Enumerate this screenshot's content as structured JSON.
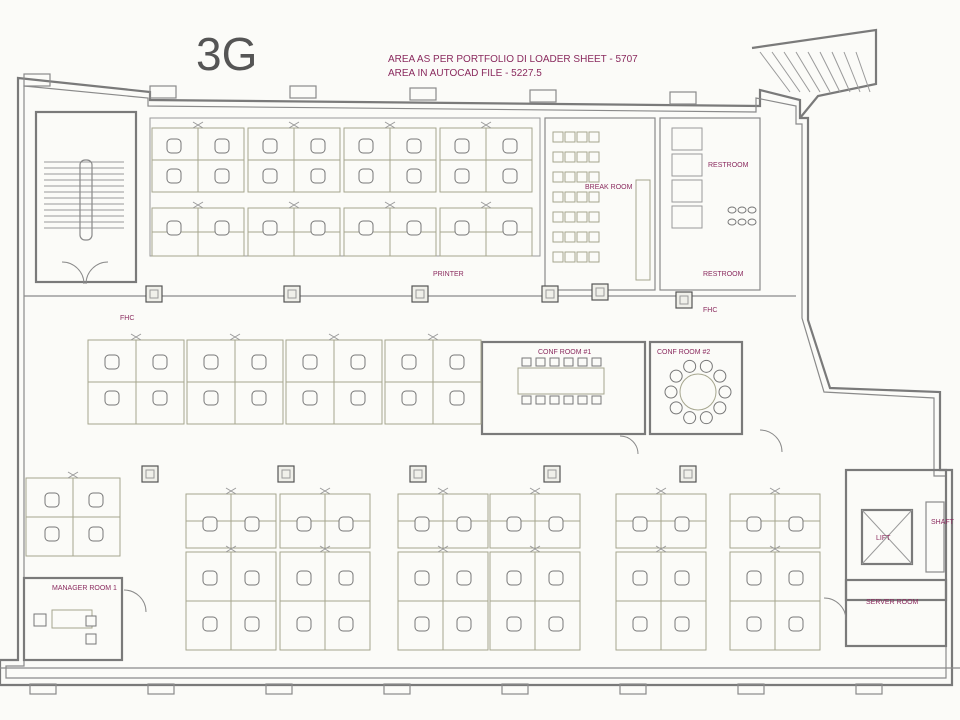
{
  "page": {
    "floor_code": "3G",
    "notes": [
      "AREA AS PER PORTFOLIO DI LOADER SHEET - 5707",
      "AREA IN AUTOCAD FILE - 5227.5"
    ]
  },
  "rooms": {
    "printer": "PRINTER",
    "break_room": "BREAK ROOM",
    "restroom_top": "RESTROOM",
    "restroom_bottom": "RESTROOM",
    "fhc_left": "FHC",
    "fhc_right": "FHC",
    "conf_room_1": "CONF ROOM #1",
    "conf_room_2": "CONF ROOM #2",
    "manager_room": "MANAGER ROOM 1",
    "server_room": "SERVER ROOM",
    "lift": "LIFT",
    "shaft": "SHAFT"
  },
  "colors": {
    "label": "#8a2a5e",
    "wall": "#7a7a7a",
    "desk": "#a6a68e"
  }
}
